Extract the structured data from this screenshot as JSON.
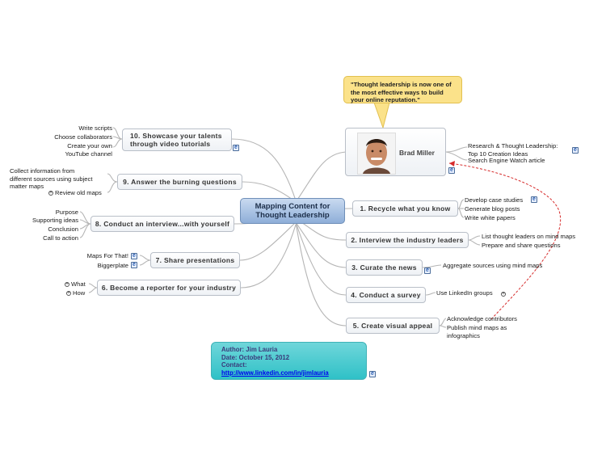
{
  "central": {
    "line1": "Mapping Content for",
    "line2": "Thought Leadership"
  },
  "callout": {
    "text": "\"Thought leadership is now one of the most effective ways to build your online reputation.\""
  },
  "profile": {
    "name": "Brad Miller"
  },
  "profile_links": {
    "item1_line1": "Research & Thought Leadership:",
    "item1_line2": "Top 10 Creation Ideas",
    "item2": "Search Engine Watch article"
  },
  "right_topics": [
    {
      "label": "1. Recycle what you know",
      "children": [
        "Develop case studies",
        "Generate blog posts",
        "Write white papers"
      ]
    },
    {
      "label": "2. Interview the industry leaders",
      "children": [
        "List thought leaders on mind maps",
        "Prepare and share questions"
      ]
    },
    {
      "label": "3. Curate the news",
      "children": [
        "Aggregate sources using mind maps"
      ]
    },
    {
      "label": "4. Conduct a survey",
      "children": [
        "Use LinkedIn groups"
      ]
    },
    {
      "label": "5. Create visual appeal",
      "children": [
        "Acknowledge contributors",
        "Publish mind maps as",
        "infographics"
      ]
    }
  ],
  "left_topics": [
    {
      "label_line1": "10. Showcase your talents",
      "label_line2": "through video tutorials",
      "children": [
        "Write scripts",
        "Choose collaborators",
        "Create your own",
        "YouTube channel"
      ]
    },
    {
      "label": "9. Answer the burning questions",
      "children": [
        "Collect information from",
        "different sources using subject",
        "matter maps",
        "Review old maps"
      ]
    },
    {
      "label": "8. Conduct an interview...with yourself",
      "children": [
        "Purpose",
        "Supporting ideas",
        "Conclusion",
        "Call to action"
      ]
    },
    {
      "label": "7. Share presentations",
      "children": [
        "Maps For That!",
        "Biggerplate"
      ]
    },
    {
      "label": "6. Become a reporter for your industry",
      "children": [
        "What",
        "How"
      ]
    }
  ],
  "author": {
    "line1": "Author: Jim Lauria",
    "line2": "Date: October 15, 2012",
    "line3": "Contact:",
    "link": "http://www.linkedin.com/in/jimlauria"
  },
  "icons": {
    "hyperlink": "ie-link-icon",
    "expand": "plus-circle-icon"
  },
  "colors": {
    "central_fill": "#8eaed8",
    "callout_fill": "#fbe28a",
    "author_fill": "#2fc1c7",
    "connector": "#b5b5b5",
    "relationship": "#d62b2b"
  }
}
